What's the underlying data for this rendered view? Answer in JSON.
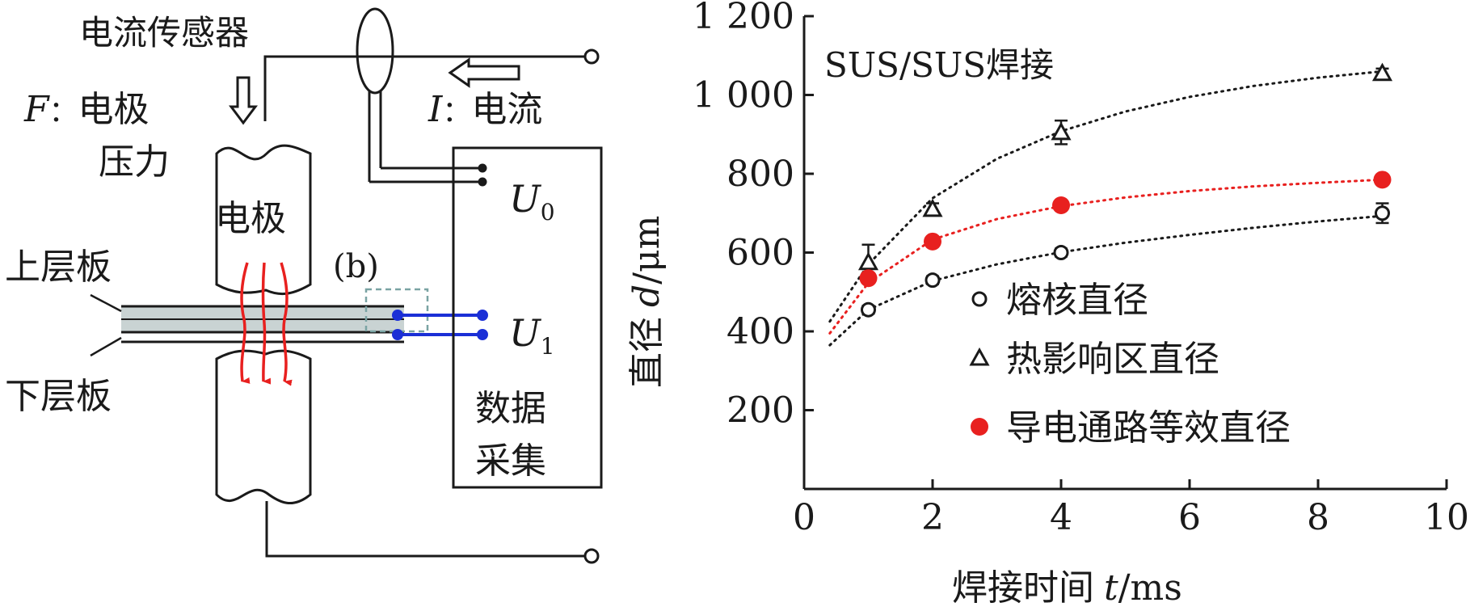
{
  "schematic": {
    "sensor_label": "电流传感器",
    "force_label_var": "F",
    "force_label_sep": "：",
    "force_label_text": "电极",
    "force_label_text2": "压力",
    "current_label_var": "I",
    "current_label_sep": "：",
    "current_label_text": "电流",
    "electrode_label": "电极",
    "upper_plate_label": "上层板",
    "lower_plate_label": "下层板",
    "detail_label": "(b)",
    "u0_var": "U",
    "u0_sub": "0",
    "u1_var": "U",
    "u1_sub": "1",
    "daq_label_line1": "数据",
    "daq_label_line2": "采集",
    "colors": {
      "current_arrows": "#e8201f",
      "u1_wires": "#1b2fd6",
      "plate_fill": "#c9d3d3",
      "dashed_box": "#7aa3a3"
    }
  },
  "chart_data": {
    "type": "scatter",
    "title": "SUS/SUS焊接",
    "xlabel_text": "焊接时间",
    "xlabel_var": "t",
    "xlabel_unit": "/ms",
    "ylabel_text": "直径",
    "ylabel_var": "d",
    "ylabel_unit": "/μm",
    "xlim": [
      0,
      10
    ],
    "ylim": [
      0,
      1200
    ],
    "xticks": [
      "0",
      "2",
      "4",
      "6",
      "8",
      "10"
    ],
    "xtick_values": [
      0,
      2,
      4,
      6,
      8,
      10
    ],
    "yticks": [
      "200",
      "400",
      "600",
      "800",
      "1 000",
      "1 200"
    ],
    "ytick_values": [
      200,
      400,
      600,
      800,
      1000,
      1200
    ],
    "grid": false,
    "legend_position": "center-right",
    "series": [
      {
        "name": "熔核直径",
        "marker": "circle-open",
        "color": "#1a1a1a",
        "x": [
          1,
          2,
          4,
          9
        ],
        "y": [
          455,
          530,
          600,
          700
        ],
        "err": [
          10,
          10,
          10,
          25
        ],
        "fit_x": [
          0.4,
          1,
          2,
          3,
          4,
          5,
          6,
          7,
          8,
          9
        ],
        "fit_y": [
          365,
          455,
          528,
          570,
          601,
          625,
          645,
          663,
          679,
          693
        ]
      },
      {
        "name": "热影响区直径",
        "marker": "triangle-open",
        "color": "#1a1a1a",
        "x": [
          1,
          2,
          4,
          9
        ],
        "y": [
          575,
          710,
          905,
          1055
        ],
        "err": [
          45,
          15,
          30,
          12
        ],
        "fit_x": [
          0.4,
          1,
          2,
          3,
          4,
          5,
          6,
          7,
          8,
          9
        ],
        "fit_y": [
          425,
          570,
          738,
          838,
          908,
          958,
          995,
          1023,
          1044,
          1060
        ]
      },
      {
        "name": "导电通路等效直径",
        "marker": "circle-filled",
        "color": "#e8201f",
        "x": [
          1,
          2,
          4,
          9
        ],
        "y": [
          535,
          628,
          720,
          785
        ],
        "err": [
          0,
          0,
          0,
          0
        ],
        "fit_x": [
          0.4,
          1,
          2,
          3,
          4,
          5,
          6,
          7,
          8,
          9
        ],
        "fit_y": [
          395,
          523,
          633,
          685,
          718,
          740,
          756,
          768,
          777,
          785
        ]
      }
    ]
  }
}
